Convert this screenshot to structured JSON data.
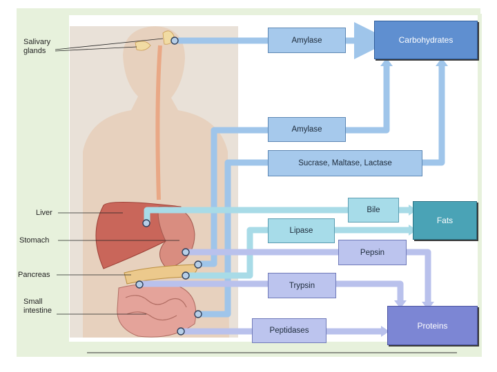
{
  "organs": {
    "salivary": "Salivary\nglands",
    "liver": "Liver",
    "stomach": "Stomach",
    "pancreas": "Pancreas",
    "small_intestine": "Small\nintestine"
  },
  "enzymes": {
    "amylase_saliva": "Amylase",
    "amylase_pancreas": "Amylase",
    "disaccharidases": "Sucrase, Maltase, Lactase",
    "bile": "Bile",
    "lipase": "Lipase",
    "pepsin": "Pepsin",
    "trypsin": "Trypsin",
    "peptidases": "Peptidases"
  },
  "targets": {
    "carbohydrates": "Carbohydrates",
    "fats": "Fats",
    "proteins": "Proteins"
  },
  "colors": {
    "carb_flow": "#9fc5ea",
    "fat_flow": "#a8dbe7",
    "protein_flow": "#b9c1ec"
  }
}
